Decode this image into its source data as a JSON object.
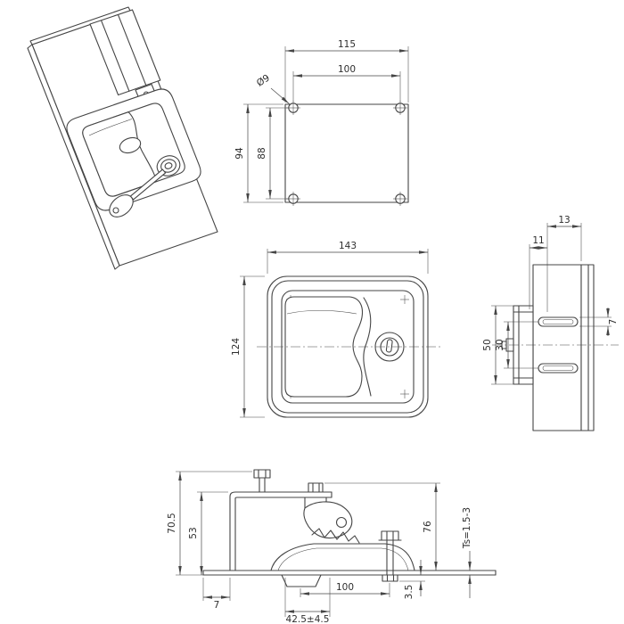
{
  "colors": {
    "line": "#454545",
    "text": "#2e2e2e",
    "background": "#ffffff"
  },
  "views": {
    "cutout": {
      "width_total": "115",
      "width_between_holes": "100",
      "hole_diameter": "Ø9",
      "height_total": "94",
      "height_between_holes": "88"
    },
    "front": {
      "width": "143",
      "height": "124"
    },
    "side": {
      "depth_total": "13",
      "depth_body": "11",
      "slot_height": "7",
      "bracket_height": "50",
      "slot_spacing": "30"
    },
    "section": {
      "overall_height": "70.5",
      "bracket_height": "53",
      "edge_offset": "7",
      "mount_spacing": "100",
      "handle_offset": "42.5±4.5",
      "total_height": "76",
      "panel_thickness_range": "Ts=1.5-3",
      "flange_clearance": "3.5"
    }
  }
}
